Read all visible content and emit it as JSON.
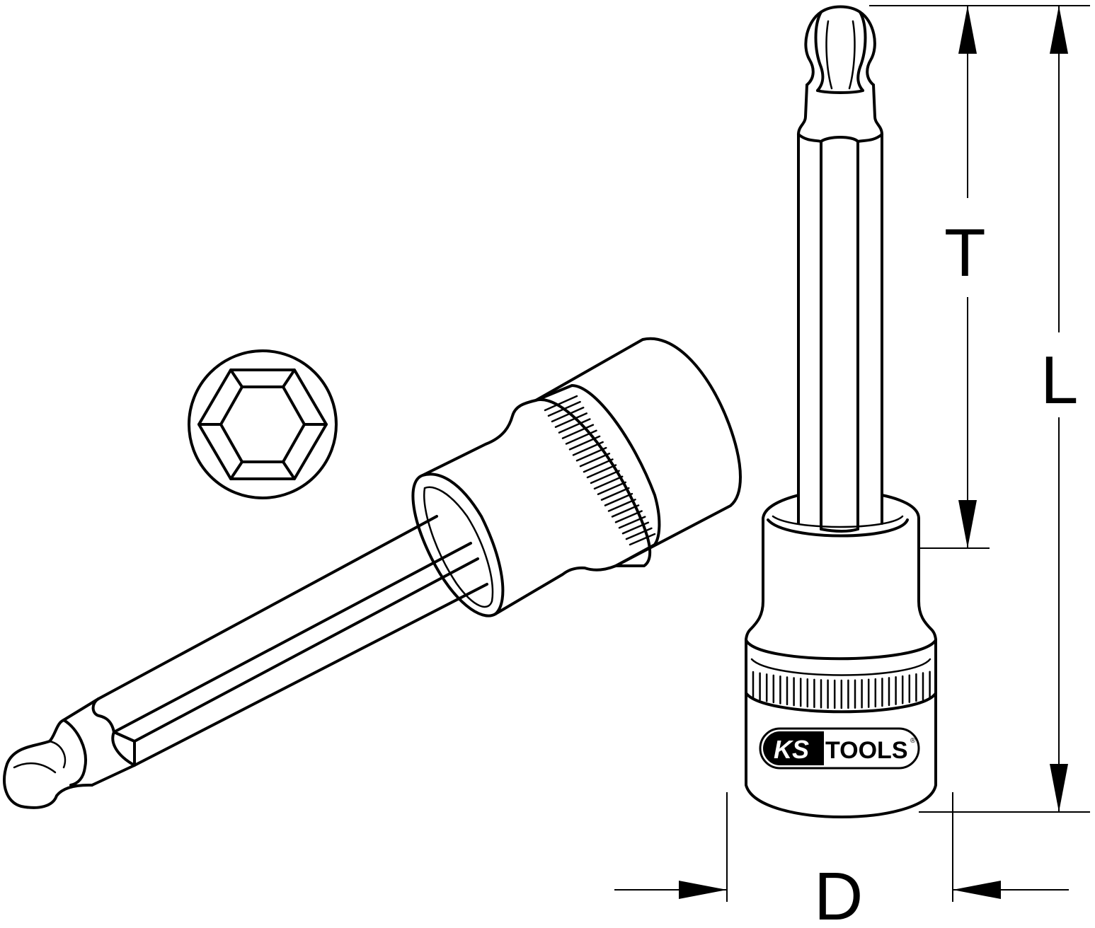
{
  "dimensions": {
    "tip_length_label": "T",
    "overall_length_label": "L",
    "diameter_label": "D"
  },
  "logo": {
    "brand_left": "KS",
    "brand_right": "TOOLS",
    "registered": "®"
  }
}
